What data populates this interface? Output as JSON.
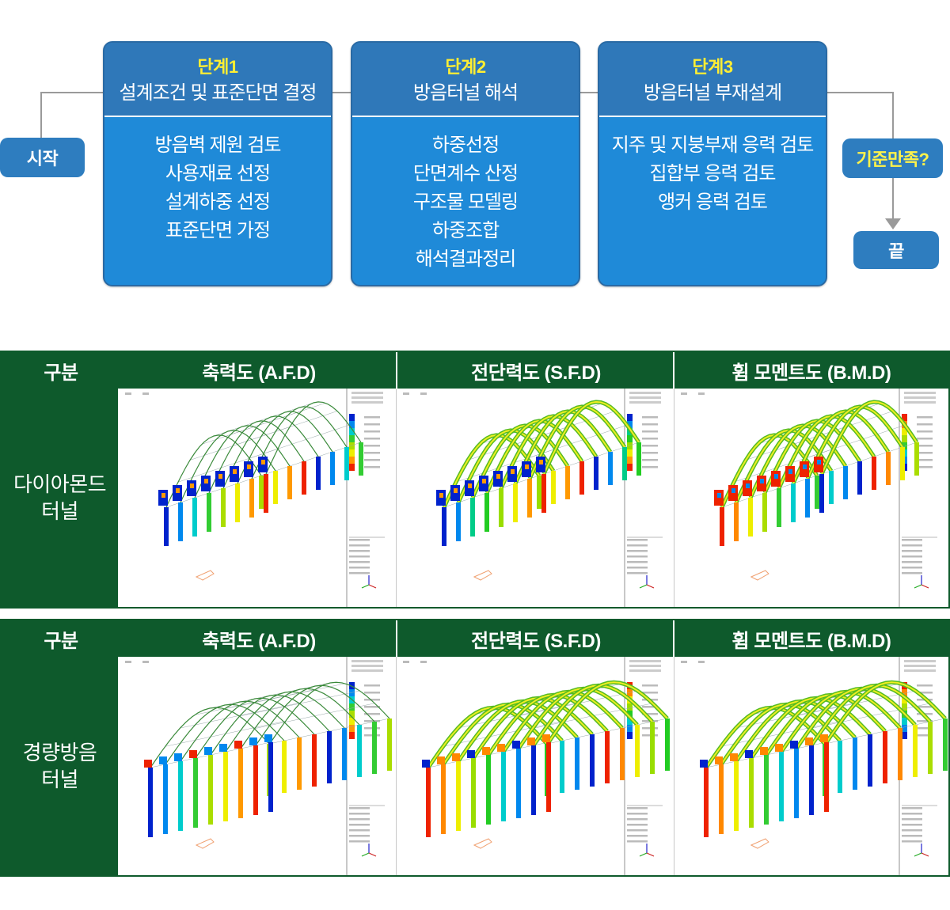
{
  "flow": {
    "start": "시작",
    "condition": "기준만족?",
    "end": "끝",
    "steps": [
      {
        "num": "단계1",
        "title": "설계조건 및 표준단면 결정",
        "items": [
          "방음벽 제원 검토",
          "사용재료 선정",
          "설계하중 선정",
          "표준단면 가정"
        ]
      },
      {
        "num": "단계2",
        "title": "방음터널 해석",
        "items": [
          "하중선정",
          "단면계수 산정",
          "구조물 모델링",
          "하중조합",
          "해석결과정리"
        ]
      },
      {
        "num": "단계3",
        "title": "방음터널 부재설계",
        "items": [
          "지주 및 지붕부재 응력 검토",
          "집합부 응력 검토",
          "앵커 응력 검토"
        ]
      }
    ]
  },
  "tables": [
    {
      "header": {
        "category": "구분",
        "col1": "축력도 (A.F.D)",
        "col2": "전단력도 (S.F.D)",
        "col3": "휨 모멘트도 (B.M.D)"
      },
      "row_label_line1": "다이아몬드",
      "row_label_line2": "터널"
    },
    {
      "header": {
        "category": "구분",
        "col1": "축력도 (A.F.D)",
        "col2": "전단력도 (S.F.D)",
        "col3": "휨 모멘트도 (B.M.D)"
      },
      "row_label_line1": "경량방음",
      "row_label_line2": "터널"
    }
  ],
  "colors": {
    "step_body": "#1f8ad8",
    "step_head": "#2f78b9",
    "pill": "#2e7dbf",
    "highlight_yellow": "#ffee33",
    "table_green": "#0e5a2c",
    "connector": "#9a9a9a"
  }
}
